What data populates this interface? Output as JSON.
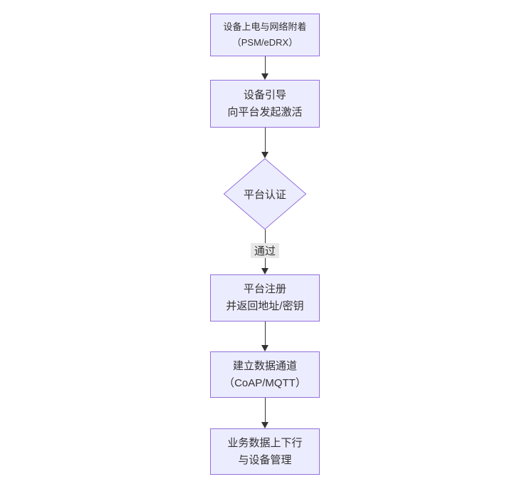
{
  "diagram": {
    "type": "flowchart",
    "direction": "top-down",
    "colors": {
      "background": "#ffffff",
      "node_fill": "#ECECFF",
      "node_border": "#9370DB",
      "text": "#333333",
      "arrow": "#333333",
      "edge_label_bg": "#e8e8e8"
    },
    "nodes": [
      {
        "id": "power-attach",
        "shape": "rect",
        "lines": [
          "设备上电与网络附着",
          "（PSM/eDRX）"
        ]
      },
      {
        "id": "bootstrap",
        "shape": "rect",
        "lines": [
          "设备引导",
          "向平台发起激活"
        ]
      },
      {
        "id": "platform-auth",
        "shape": "diamond",
        "lines": [
          "平台认证"
        ]
      },
      {
        "id": "register",
        "shape": "rect",
        "lines": [
          "平台注册",
          "并返回地址/密钥"
        ]
      },
      {
        "id": "data-channel",
        "shape": "rect",
        "lines": [
          "建立数据通道",
          "（CoAP/MQTT）"
        ]
      },
      {
        "id": "business",
        "shape": "rect",
        "lines": [
          "业务数据上下行",
          "与设备管理"
        ]
      }
    ],
    "edges": [
      {
        "from": "power-attach",
        "to": "bootstrap",
        "label": ""
      },
      {
        "from": "bootstrap",
        "to": "platform-auth",
        "label": ""
      },
      {
        "from": "platform-auth",
        "to": "register",
        "label": "通过"
      },
      {
        "from": "register",
        "to": "data-channel",
        "label": ""
      },
      {
        "from": "data-channel",
        "to": "business",
        "label": ""
      }
    ]
  }
}
